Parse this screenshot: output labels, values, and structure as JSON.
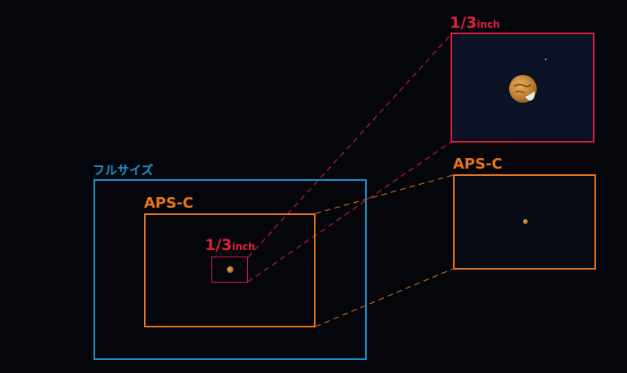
{
  "labels": {
    "full_frame": "フルサイズ",
    "aps_c": "APS-C",
    "one_third_number": "1/3",
    "one_third_unit": "inch",
    "zoom_one_third_number": "1/3",
    "zoom_one_third_unit": "inch",
    "zoom_aps_c": "APS-C"
  },
  "colors": {
    "background": "#05060b",
    "full_frame": "#1e8fd0",
    "aps_c": "#e8741c",
    "one_third_inch": "#e0203f",
    "zoom_background": "#0b1226",
    "planet": "#c98a3a"
  }
}
